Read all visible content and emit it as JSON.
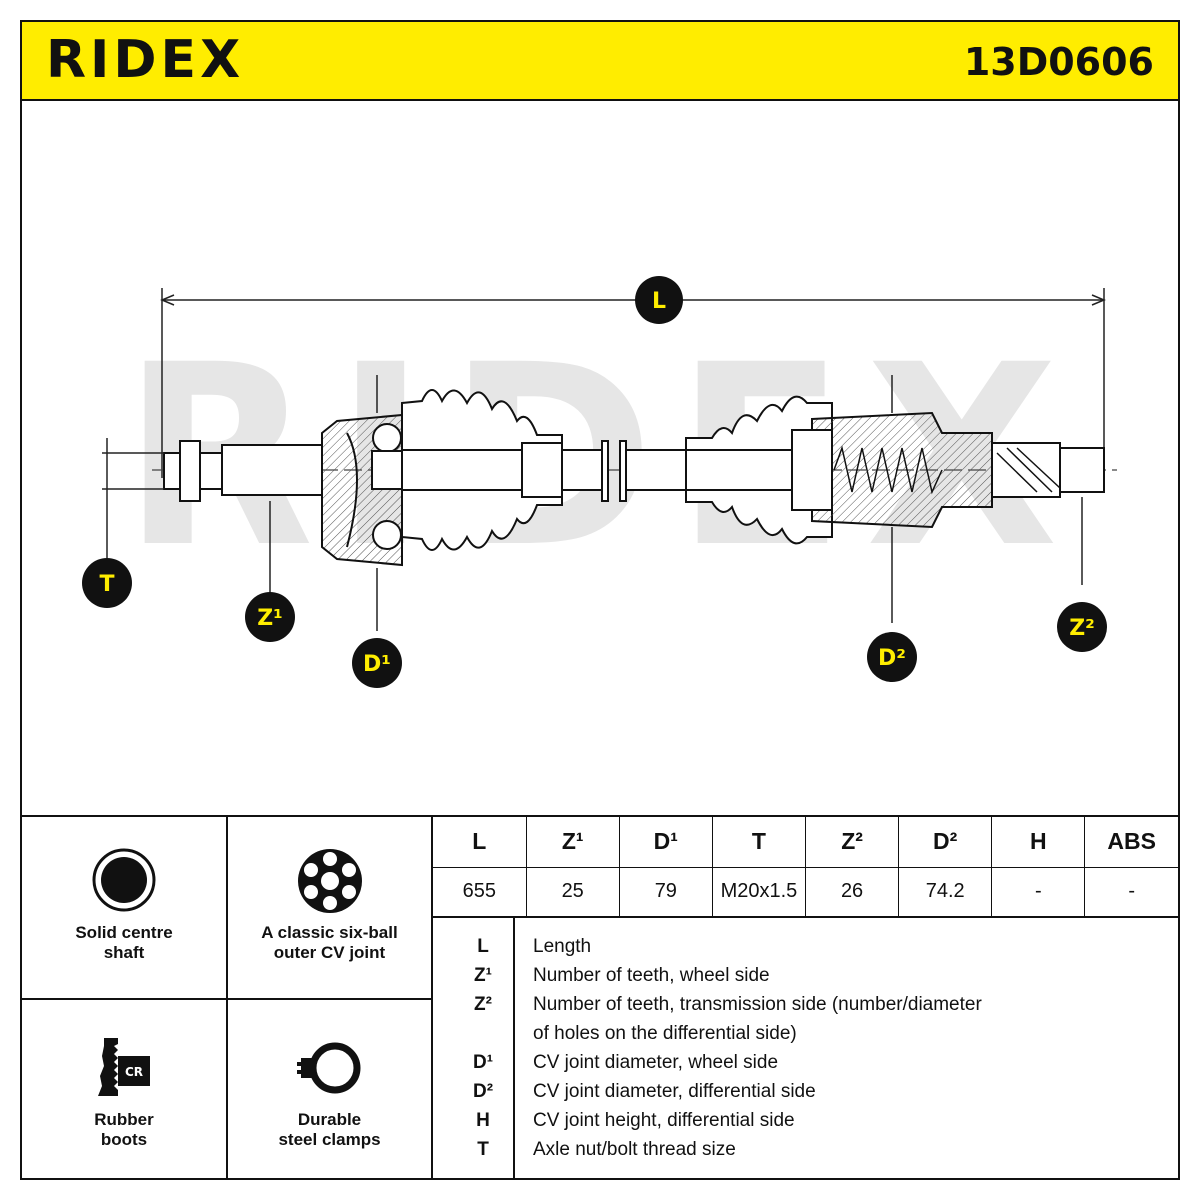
{
  "header": {
    "brand": "RIDEX",
    "part_number": "13D0606"
  },
  "diagram": {
    "watermark": "RIDEX",
    "badges": {
      "L": "L",
      "T": "T",
      "Z1": "Z¹",
      "D1": "D¹",
      "D2": "D²",
      "Z2": "Z²"
    }
  },
  "features": [
    {
      "icon": "solid-shaft-icon",
      "caption_line1": "Solid centre",
      "caption_line2": "shaft"
    },
    {
      "icon": "six-ball-joint-icon",
      "caption_line1": "A classic six-ball",
      "caption_line2": "outer CV joint"
    },
    {
      "icon": "rubber-boot-icon",
      "icon_text": "CR",
      "caption_line1": "Rubber",
      "caption_line2": "boots"
    },
    {
      "icon": "steel-clamp-icon",
      "caption_line1": "Durable",
      "caption_line2": "steel clamps"
    }
  ],
  "spec_table": {
    "headers": [
      "L",
      "Z¹",
      "D¹",
      "T",
      "Z²",
      "D²",
      "H",
      "ABS"
    ],
    "values": [
      "655",
      "25",
      "79",
      "M20x1.5",
      "26",
      "74.2",
      "-",
      "-"
    ]
  },
  "legend": [
    {
      "key": "L",
      "desc": "Length"
    },
    {
      "key": "Z¹",
      "desc": "Number of teeth, wheel side"
    },
    {
      "key": "Z²",
      "desc": "Number of teeth, transmission side (number/diameter"
    },
    {
      "key": "",
      "desc": "of holes on the differential side)"
    },
    {
      "key": "D¹",
      "desc": "CV joint diameter, wheel side"
    },
    {
      "key": "D²",
      "desc": "CV joint diameter, differential side"
    },
    {
      "key": "H",
      "desc": "CV joint height, differential side"
    },
    {
      "key": "T",
      "desc": "Axle nut/bolt thread size"
    }
  ],
  "colors": {
    "brand_yellow": "#ffed00",
    "ink": "#111111"
  }
}
